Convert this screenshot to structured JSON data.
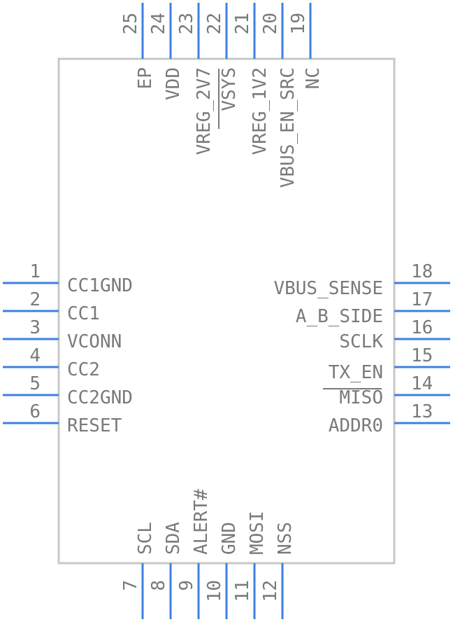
{
  "colors": {
    "pin": "#3f7fe0",
    "body": "#c8c8c8",
    "text": "#7a7a7a",
    "background": "#ffffff"
  },
  "left_pins": [
    {
      "number": "1",
      "name": "CC1GND"
    },
    {
      "number": "2",
      "name": "CC1"
    },
    {
      "number": "3",
      "name": "VCONN"
    },
    {
      "number": "4",
      "name": "CC2"
    },
    {
      "number": "5",
      "name": "CC2GND"
    },
    {
      "number": "6",
      "name": "RESET"
    }
  ],
  "right_pins": [
    {
      "number": "18",
      "name": "VBUS_SENSE"
    },
    {
      "number": "17",
      "name": "A_B_SIDE"
    },
    {
      "number": "16",
      "name": "SCLK"
    },
    {
      "number": "15",
      "name": "TX_EN"
    },
    {
      "number": "14",
      "name": "MISO"
    },
    {
      "number": "13",
      "name": "ADDR0"
    }
  ],
  "top_pins": [
    {
      "number": "25",
      "name": "EP"
    },
    {
      "number": "24",
      "name": "VDD"
    },
    {
      "number": "23",
      "name": "VREG_2V7"
    },
    {
      "number": "22",
      "name": "VSYS"
    },
    {
      "number": "21",
      "name": "VREG_1V2"
    },
    {
      "number": "20",
      "name": "VBUS_EN_SRC"
    },
    {
      "number": "19",
      "name": "NC"
    }
  ],
  "bottom_pins": [
    {
      "number": "7",
      "name": "SCL"
    },
    {
      "number": "8",
      "name": "SDA"
    },
    {
      "number": "9",
      "name": "ALERT#"
    },
    {
      "number": "10",
      "name": "GND"
    },
    {
      "number": "11",
      "name": "MOSI"
    },
    {
      "number": "12",
      "name": "NSS"
    }
  ]
}
